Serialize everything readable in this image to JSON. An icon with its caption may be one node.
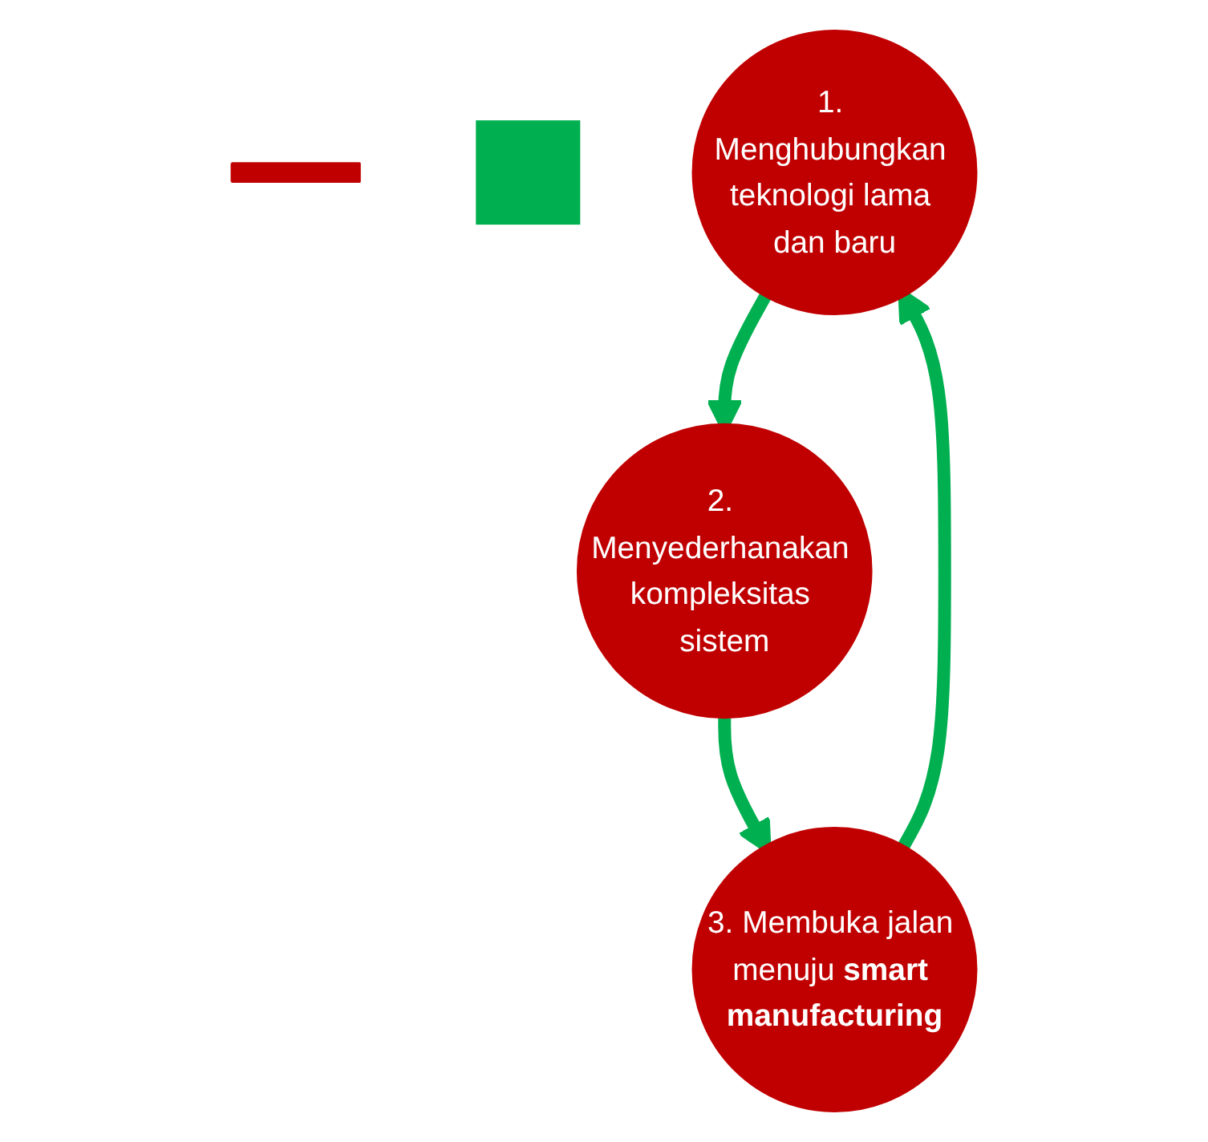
{
  "diagram": {
    "nodes": [
      {
        "text": [],
        "shape": "bar"
      },
      {
        "text": [],
        "shape": "box"
      },
      {
        "text": [
          "1. Menghubungkan teknologi lama dan baru"
        ]
      },
      {
        "text": [
          "2. Menyederhanakan kompleksitas sistem"
        ]
      },
      {
        "text": [
          "3. Membuka jalan menuju **smart manufacturing**"
        ]
      }
    ],
    "edges": [
      {
        "from": 2,
        "to": 3,
        "arrow": "to",
        "color": "#00b050"
      },
      {
        "from": 3,
        "to": 4,
        "arrow": "to",
        "color": "#00b050"
      },
      {
        "from": 4,
        "to": 2,
        "arrow": "to",
        "color": "#00b050"
      }
    ]
  }
}
